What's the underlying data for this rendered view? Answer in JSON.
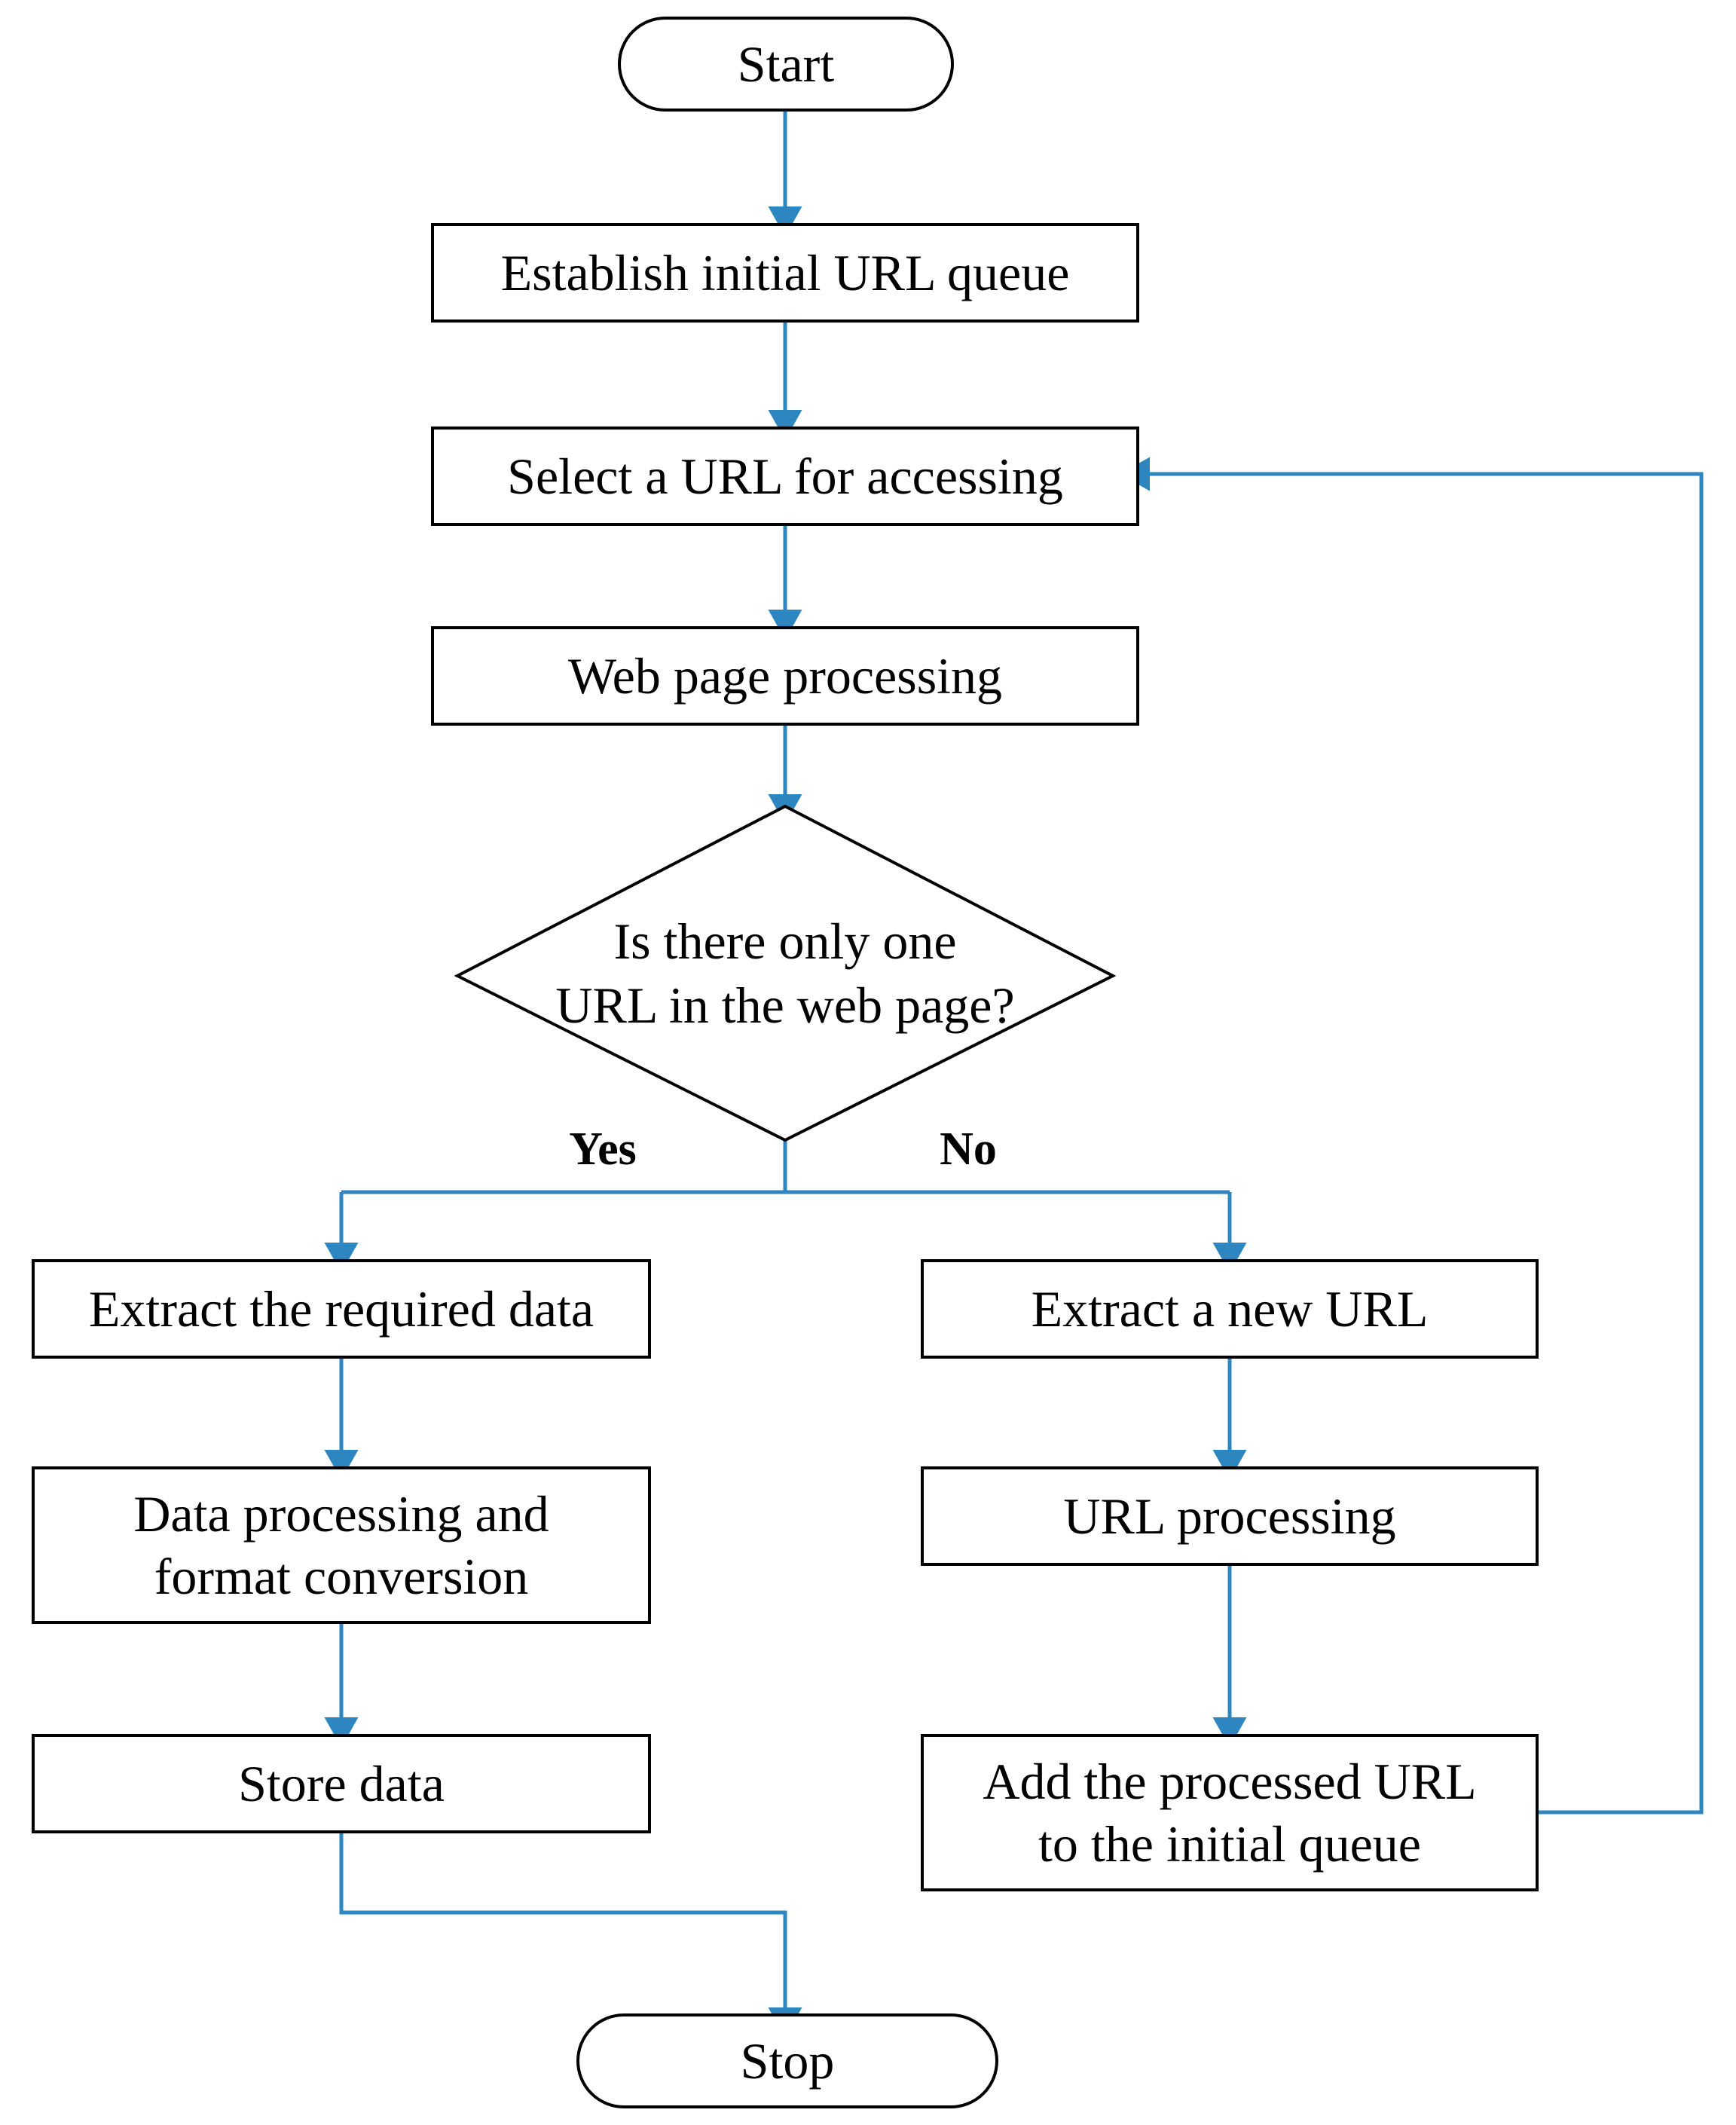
{
  "diagram": {
    "title": "Web crawler workflow flowchart",
    "type": "flowchart",
    "colors": {
      "node_border": "#000000",
      "node_fill": "#ffffff",
      "edge": "#2e86c1",
      "text": "#000000"
    },
    "nodes": [
      {
        "id": "start",
        "shape": "terminator",
        "label": "Start"
      },
      {
        "id": "establish",
        "shape": "process",
        "label": "Establish initial URL queue"
      },
      {
        "id": "select",
        "shape": "process",
        "label": "Select a URL for accessing"
      },
      {
        "id": "webpage",
        "shape": "process",
        "label": "Web page processing"
      },
      {
        "id": "decision",
        "shape": "decision",
        "label": "Is there only one\nURL in the web page?"
      },
      {
        "id": "extract",
        "shape": "process",
        "label": "Extract the required data"
      },
      {
        "id": "dataproc",
        "shape": "process",
        "label": "Data processing and\nformat conversion"
      },
      {
        "id": "store",
        "shape": "process",
        "label": "Store data"
      },
      {
        "id": "newurl",
        "shape": "process",
        "label": "Extract a new URL"
      },
      {
        "id": "urlproc",
        "shape": "process",
        "label": "URL processing"
      },
      {
        "id": "addqueue",
        "shape": "process",
        "label": "Add the processed URL\nto the initial queue"
      },
      {
        "id": "stop",
        "shape": "terminator",
        "label": "Stop"
      }
    ],
    "branch_labels": {
      "yes": "Yes",
      "no": "No"
    },
    "edges": [
      {
        "from": "start",
        "to": "establish",
        "label": ""
      },
      {
        "from": "establish",
        "to": "select",
        "label": ""
      },
      {
        "from": "select",
        "to": "webpage",
        "label": ""
      },
      {
        "from": "webpage",
        "to": "decision",
        "label": ""
      },
      {
        "from": "decision",
        "to": "extract",
        "label": "Yes"
      },
      {
        "from": "decision",
        "to": "newurl",
        "label": "No"
      },
      {
        "from": "extract",
        "to": "dataproc",
        "label": ""
      },
      {
        "from": "dataproc",
        "to": "store",
        "label": ""
      },
      {
        "from": "store",
        "to": "stop",
        "label": ""
      },
      {
        "from": "newurl",
        "to": "urlproc",
        "label": ""
      },
      {
        "from": "urlproc",
        "to": "addqueue",
        "label": ""
      },
      {
        "from": "addqueue",
        "to": "select",
        "label": ""
      }
    ]
  }
}
